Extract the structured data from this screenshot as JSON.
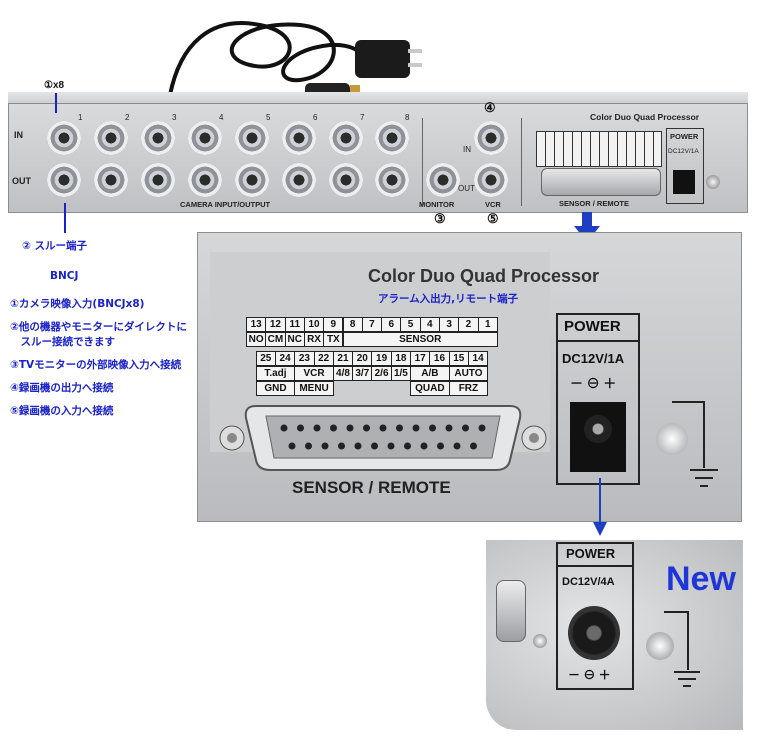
{
  "top": {
    "in_label": "IN",
    "out_label": "OUT",
    "channel_numbers": [
      "1",
      "2",
      "3",
      "4",
      "5",
      "6",
      "7",
      "8"
    ],
    "camera_io": "CAMERA INPUT/OUTPUT",
    "monitor": "MONITOR",
    "vcr": "VCR",
    "vcr_in": "IN",
    "vcr_out": "OUT",
    "brand": "Color Duo Quad Processor",
    "sensor_remote": "SENSOR / REMOTE",
    "power": "POWER",
    "power_rating": "DC12V/1A"
  },
  "callouts": {
    "c1": "①x8",
    "c2": "②",
    "c3": "③",
    "c4": "④",
    "c5": "⑤",
    "thru": "② スルー端子",
    "bncj": "BNCJ"
  },
  "notes": [
    "①カメラ映像入力(BNCJx8)",
    "②他の機器やモニターにダイレクトに",
    "　スルー接続できます",
    "③TVモニターの外部映像入力へ接続",
    "④録画機の出力へ接続",
    "⑤録画機の入力へ接続"
  ],
  "big": {
    "title": "Color Duo Quad Processor",
    "subtitle": "アラーム入出力,リモート端子",
    "pins_top": [
      "13",
      "12",
      "11",
      "10",
      "9",
      "8",
      "7",
      "6",
      "5",
      "4",
      "3",
      "2",
      "1"
    ],
    "funcs_top": [
      "NO",
      "CM",
      "NC",
      "RX",
      "TX",
      "SENSOR"
    ],
    "pins_bottom": [
      "25",
      "24",
      "23",
      "22",
      "21",
      "20",
      "19",
      "18",
      "17",
      "16",
      "15",
      "14"
    ],
    "funcs_bottom": [
      "T.adj",
      "VCR",
      "4/8",
      "3/7",
      "2/6",
      "1/5",
      "A/B",
      "AUTO"
    ],
    "funcs_bottom2": [
      "GND",
      "MENU",
      "QUAD",
      "FRZ"
    ],
    "sensor_remote": "SENSOR / REMOTE",
    "power": "POWER",
    "power_rating": "DC12V/1A",
    "polarity": "－ ⊖ ＋"
  },
  "inset": {
    "power": "POWER",
    "power_rating": "DC12V/4A",
    "polarity": "－ ⊖ ＋",
    "new": "New"
  }
}
